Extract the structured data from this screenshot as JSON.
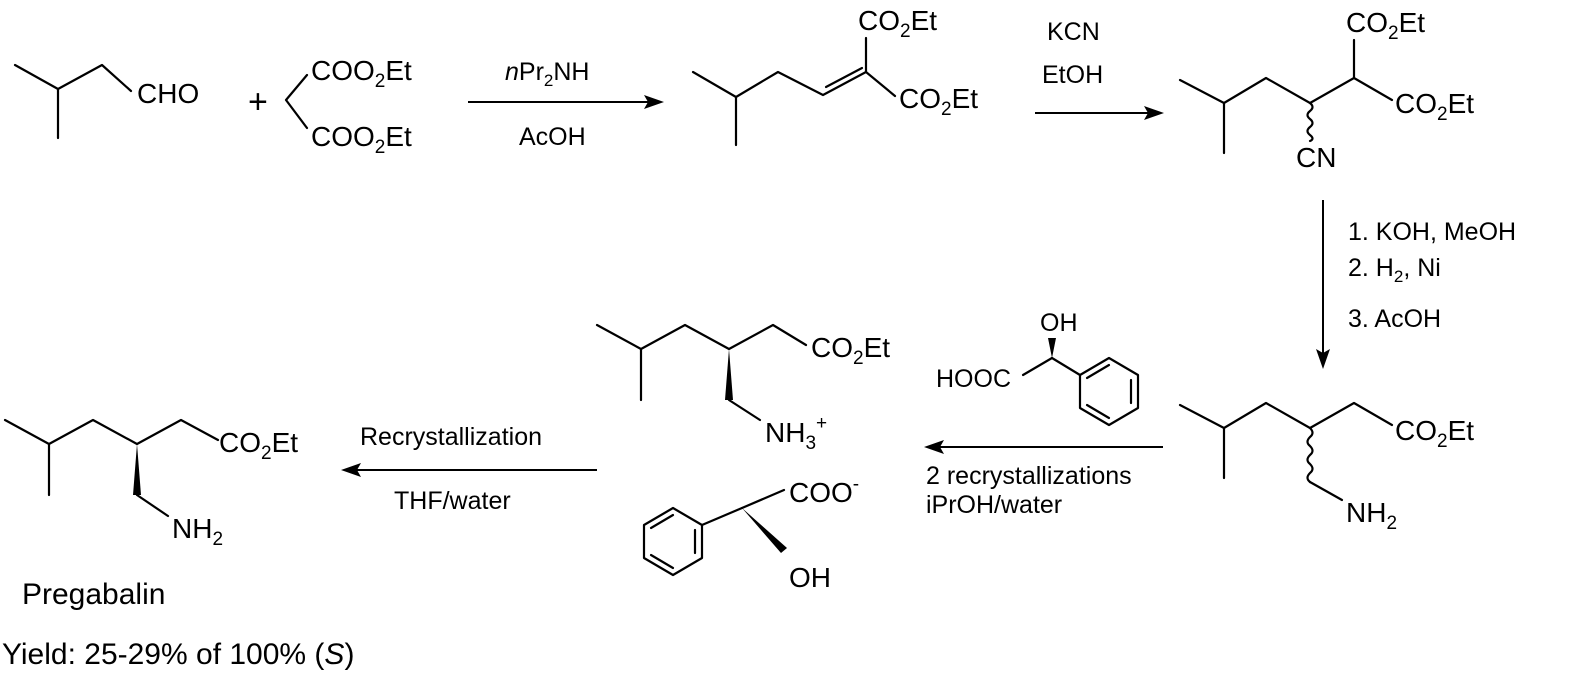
{
  "reactants": {
    "aldehyde_label": "CHO",
    "plus": "+",
    "malonate_top": "COO2Et",
    "malonate_bottom": "COO2Et"
  },
  "step1": {
    "reagent_top_italic": "n",
    "reagent_top": "Pr2NH",
    "reagent_bottom": "AcOH"
  },
  "alkylidene": {
    "ester_top": "CO2Et",
    "ester_right": "CO2Et"
  },
  "step2": {
    "reagent_top": "KCN",
    "reagent_bottom": "EtOH"
  },
  "cyano_diester": {
    "ester_top": "CO2Et",
    "ester_right": "CO2Et",
    "nitrile": "CN"
  },
  "step3": {
    "line1": "1. KOH, MeOH",
    "line2": "2. H2, Ni",
    "line3": "3. AcOH"
  },
  "racemic_amino_ester": {
    "ester": "CO2Et",
    "amine": "NH2"
  },
  "resolving_agent": {
    "hydroxyl": "OH",
    "acid": "HOOC"
  },
  "step4": {
    "line1": "2 recrystallizations",
    "line2": "iPrOH/water"
  },
  "salt": {
    "ester": "CO2Et",
    "ammonium": "NH3+",
    "carboxylate": "COO-",
    "hydroxyl": "OH"
  },
  "step5": {
    "line1": "Recrystallization",
    "line2": "THF/water"
  },
  "product": {
    "ester": "CO2Et",
    "amine": "NH2",
    "name": "Pregabalin",
    "yield_prefix": "Yield: 25-29% of 100% (",
    "yield_stereo": "S",
    "yield_suffix": ")"
  }
}
